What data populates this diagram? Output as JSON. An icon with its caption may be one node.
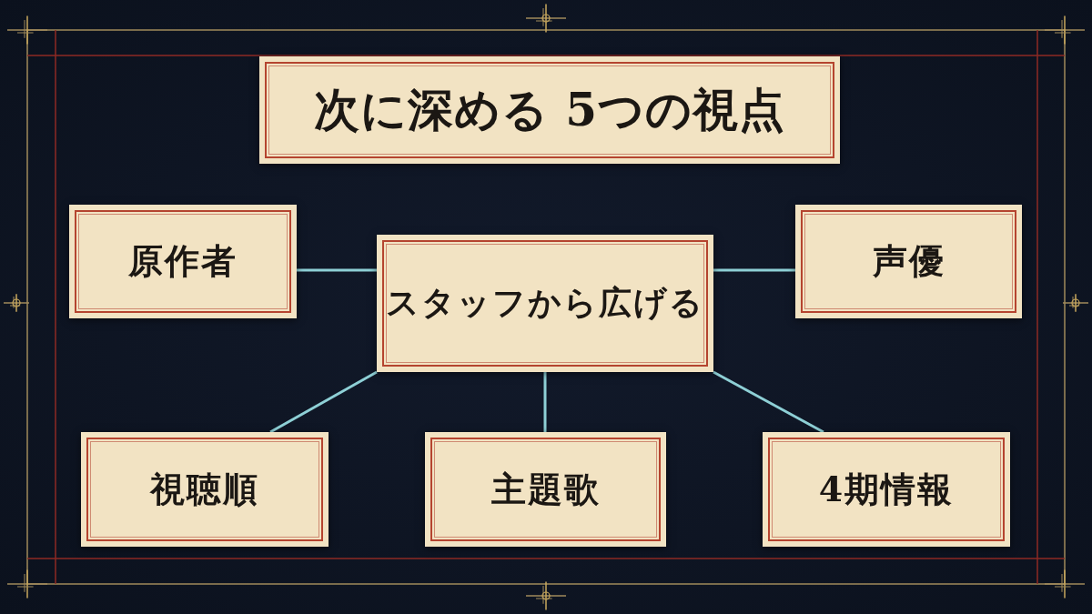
{
  "diagram": {
    "title": "次に深める 5つの視点",
    "nodes": [
      {
        "text": [
          "原作者"
        ]
      },
      {
        "text": [
          "スタッフから広げる"
        ]
      },
      {
        "text": [
          "声優"
        ]
      },
      {
        "text": [
          "視聴順"
        ]
      },
      {
        "text": [
          "主題歌"
        ]
      },
      {
        "text": [
          "4期情報"
        ]
      }
    ],
    "edges": [
      {
        "from": 1,
        "to": 0,
        "arrow": "none"
      },
      {
        "from": 1,
        "to": 2,
        "arrow": "none"
      },
      {
        "from": 1,
        "to": 3,
        "arrow": "none"
      },
      {
        "from": 1,
        "to": 4,
        "arrow": "none"
      },
      {
        "from": 1,
        "to": 5,
        "arrow": "none"
      }
    ]
  }
}
